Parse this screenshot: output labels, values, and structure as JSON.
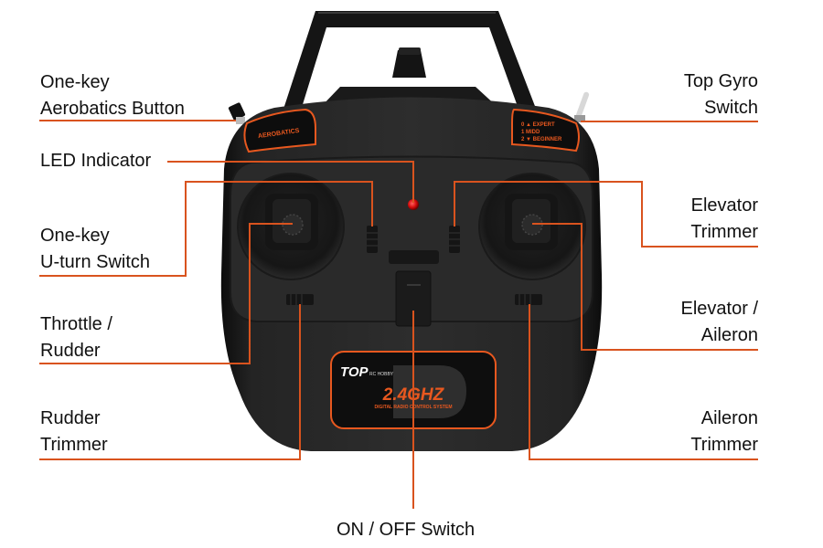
{
  "colors": {
    "leader_line": "#d9531e",
    "body": "#1c1c1c",
    "panel": "#2e2e2e",
    "accent": "#e8581f",
    "led": "#e01010",
    "label_text": "#111111"
  },
  "device": {
    "name": "RC transmitter",
    "aerobatics_plate": "AEROBATICS",
    "gyro_plate": [
      "0 ▲ EXPERT",
      "1   MIDD",
      "2 ▼ BEGINNER"
    ],
    "logo": {
      "brand": "TOP",
      "brand_sub": "RC HOBBY",
      "frequency": "2.4GHZ",
      "tagline": "DIGITAL RADIO CONTROL SYSTEM"
    }
  },
  "labels": {
    "aerobatics_button": [
      "One-key",
      "Aerobatics Button"
    ],
    "led_indicator": [
      "LED Indicator"
    ],
    "uturn_switch": [
      "One-key",
      "U-turn Switch"
    ],
    "throttle_rudder": [
      "Throttle /",
      "Rudder"
    ],
    "rudder_trimmer": [
      "Rudder",
      "Trimmer"
    ],
    "top_gyro_switch": [
      "Top Gyro",
      "Switch"
    ],
    "elevator_trimmer": [
      "Elevator",
      "Trimmer"
    ],
    "elevator_aileron": [
      "Elevator /",
      "Aileron"
    ],
    "aileron_trimmer": [
      "Aileron",
      "Trimmer"
    ],
    "on_off_switch": [
      "ON / OFF Switch"
    ]
  }
}
